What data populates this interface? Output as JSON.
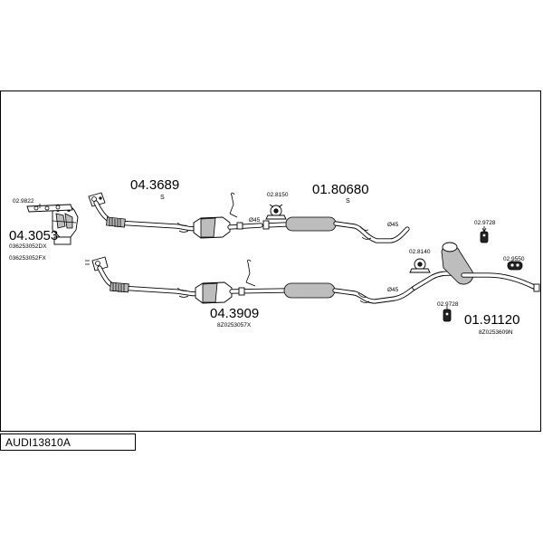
{
  "title": "AUDI13810A",
  "part_numbers": {
    "p1": "04.3689",
    "p2": "01.80680",
    "p3": "04.3053",
    "p4": "04.3909",
    "p5": "01.91120"
  },
  "small_labels": {
    "s1": "02.9822",
    "s2": "02.8150",
    "s3": "02.9728",
    "s4": "02.8140",
    "s5": "02.9550",
    "s6": "02.9728",
    "s7": "S",
    "s8": "S",
    "s9": "036253052DX",
    "s10": "036253052FX",
    "s11": "8Z0253057X",
    "s12": "8Z0253609N",
    "s13": "Ø45",
    "s14": "Ø45",
    "s15": "Ø45"
  }
}
